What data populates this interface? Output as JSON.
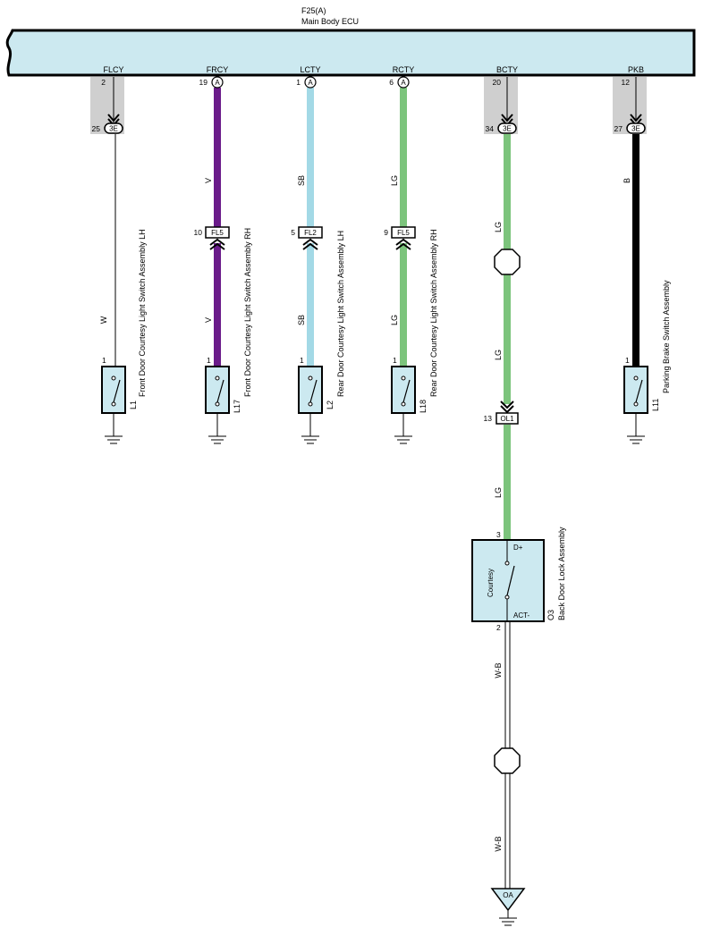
{
  "ecu": {
    "id": "F25(A)",
    "name": "Main Body ECU",
    "fill": "#cce9f0"
  },
  "colors": {
    "W": "#ffffff",
    "V": "#6a1b8a",
    "SB": "#a3d9e6",
    "LG": "#7cc47c",
    "B": "#000000",
    "W-B": "#ffffff",
    "connector_shade": "#cfcfcf",
    "switch_fill": "#cce9f0"
  },
  "circuits": [
    {
      "key": "flcy",
      "terminal": "FLCY",
      "ecu_pin": "2",
      "ecu_pin_badge": "",
      "shaded": true,
      "junction_pin": "25",
      "junction_label": "3E",
      "wire_upper": "",
      "inline_pin": "",
      "inline_label": "",
      "wire_lower": "W",
      "switch_pin": "1",
      "switch_id": "L1",
      "switch_name": "Front Door Courtesy Light Switch Assembly LH"
    },
    {
      "key": "frcy",
      "terminal": "FRCY",
      "ecu_pin": "19",
      "ecu_pin_badge": "A",
      "shaded": false,
      "junction_pin": "",
      "junction_label": "",
      "wire_upper": "V",
      "inline_pin": "10",
      "inline_label": "FL5",
      "wire_lower": "V",
      "switch_pin": "1",
      "switch_id": "L17",
      "switch_name": "Front Door Courtesy Light Switch Assembly RH"
    },
    {
      "key": "lcty",
      "terminal": "LCTY",
      "ecu_pin": "1",
      "ecu_pin_badge": "A",
      "shaded": false,
      "junction_pin": "",
      "junction_label": "",
      "wire_upper": "SB",
      "inline_pin": "5",
      "inline_label": "FL2",
      "wire_lower": "SB",
      "switch_pin": "1",
      "switch_id": "L2",
      "switch_name": "Rear Door Courtesy Light Switch Assembly LH"
    },
    {
      "key": "rcty",
      "terminal": "RCTY",
      "ecu_pin": "6",
      "ecu_pin_badge": "A",
      "shaded": false,
      "junction_pin": "",
      "junction_label": "",
      "wire_upper": "LG",
      "inline_pin": "9",
      "inline_label": "FL5",
      "wire_lower": "LG",
      "switch_pin": "1",
      "switch_id": "L18",
      "switch_name": "Rear Door Courtesy Light Switch Assembly RH"
    },
    {
      "key": "bcty",
      "terminal": "BCTY",
      "ecu_pin": "20",
      "ecu_pin_badge": "",
      "shaded": true,
      "junction_pin": "34",
      "junction_label": "3E",
      "wire_upper": "LG",
      "inline_pin": "",
      "inline_label": "",
      "wire_lower": "",
      "switch_pin": "",
      "switch_id": "",
      "switch_name": ""
    },
    {
      "key": "pkb",
      "terminal": "PKB",
      "ecu_pin": "12",
      "ecu_pin_badge": "",
      "shaded": true,
      "junction_pin": "27",
      "junction_label": "3E",
      "wire_upper": "B",
      "inline_pin": "",
      "inline_label": "",
      "wire_lower": "",
      "switch_pin": "1",
      "switch_id": "L11",
      "switch_name": "Parking Brake Switch Assembly"
    }
  ],
  "back_door": {
    "wire_mid": "LG",
    "inline_pin": "13",
    "inline_label": "OL1",
    "wire_lower": "LG",
    "lock_pin_top": "3",
    "lock_label_top": "D+",
    "lock_inner": "Courtesy",
    "lock_label_bottom": "ACT-",
    "lock_pin_bottom": "2",
    "lock_id": "O3",
    "lock_name": "Back Door Lock Assembly",
    "ground_wire_upper": "W-B",
    "ground_wire_lower": "W-B",
    "ground_point": "OA"
  }
}
